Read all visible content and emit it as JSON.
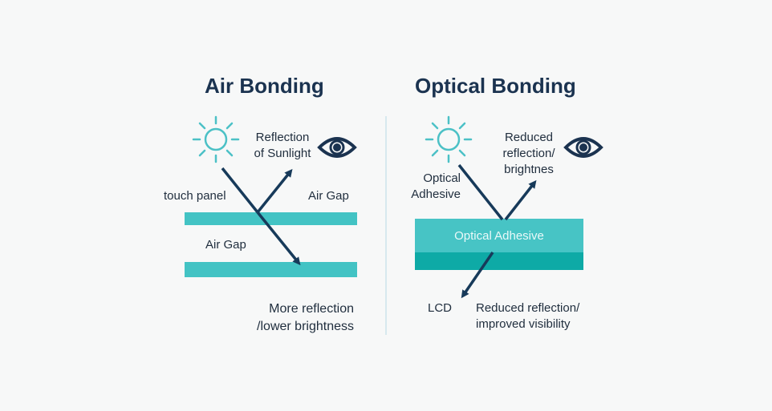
{
  "colors": {
    "background": "#f7f8f8",
    "title": "#1b3350",
    "arrow": "#173a5a",
    "sun": "#4cc1c6",
    "layer": "#43c3c4",
    "adhesive_dark": "#0eaaa6",
    "divider": "#d7e9ee"
  },
  "air_bonding": {
    "title": "Air Bonding",
    "sun_icon": "sun-icon",
    "eye_icon": "eye-icon",
    "reflection_label": [
      "Reflection",
      "of Sunlight"
    ],
    "touch_panel_label": "touch panel",
    "air_gap_label_right": "Air Gap",
    "air_gap_label_middle": "Air Gap",
    "result": [
      "More reflection",
      "/lower brightness"
    ]
  },
  "optical_bonding": {
    "title": "Optical Bonding",
    "sun_icon": "sun-icon",
    "eye_icon": "eye-icon",
    "reflection_label": [
      "Reduced",
      "reflection/",
      "brightnes"
    ],
    "adhesive_side_label": [
      "Optical",
      "Adhesive"
    ],
    "adhesive_layer_label": "Optical Adhesive",
    "lcd_label": "LCD",
    "result": [
      "Reduced reflection/",
      "improved visibility"
    ]
  }
}
